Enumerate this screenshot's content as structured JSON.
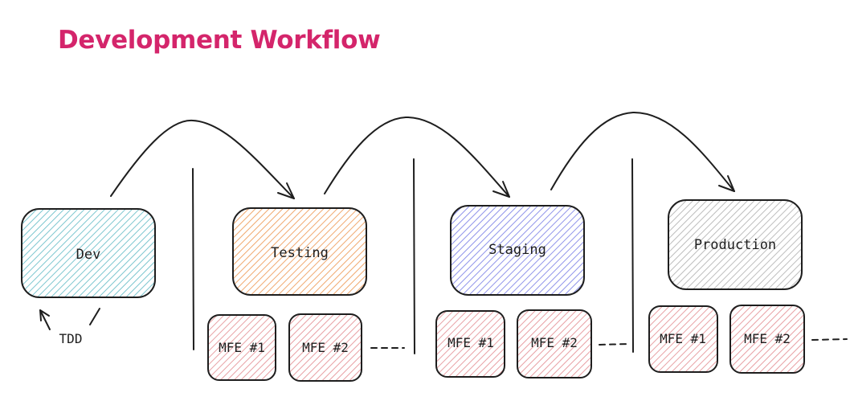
{
  "title": "Development Workflow",
  "colors": {
    "title": "#d4256b",
    "stroke": "#1e1e1e",
    "dev_fill": "#7cc6cf",
    "testing_fill": "#f0a86e",
    "staging_fill": "#8f93ea",
    "production_fill": "#bdbdbd",
    "mfe_fill": "#e8a0a4"
  },
  "stages": [
    {
      "id": "dev",
      "label": "Dev"
    },
    {
      "id": "testing",
      "label": "Testing"
    },
    {
      "id": "staging",
      "label": "Staging"
    },
    {
      "id": "production",
      "label": "Production"
    }
  ],
  "tdd_label": "TDD",
  "mfe_labels": [
    "MFE #1",
    "MFE #2"
  ],
  "transitions": [
    {
      "from": "dev",
      "to": "testing"
    },
    {
      "from": "testing",
      "to": "staging"
    },
    {
      "from": "staging",
      "to": "production"
    }
  ]
}
